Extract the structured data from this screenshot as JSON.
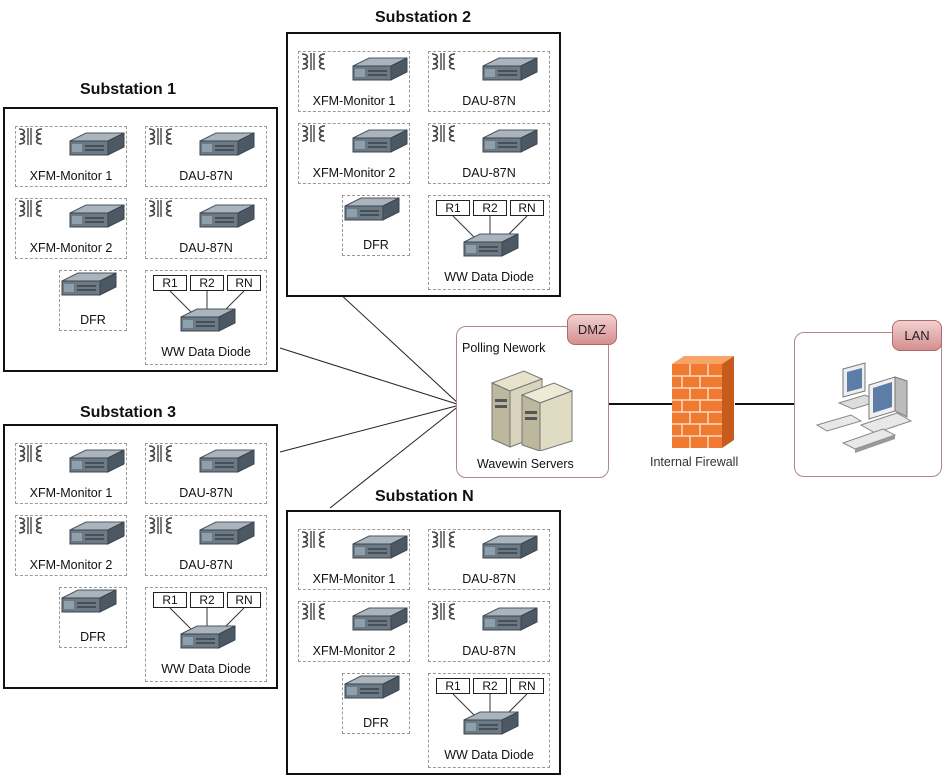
{
  "substations": [
    {
      "id": "s1",
      "title": "Substation 1",
      "devices": [
        {
          "kind": "xfm",
          "label": "XFM-Monitor 1"
        },
        {
          "kind": "xfm",
          "label": "DAU-87N"
        },
        {
          "kind": "xfm",
          "label": "XFM-Monitor 2"
        },
        {
          "kind": "xfm",
          "label": "DAU-87N"
        },
        {
          "kind": "dfr",
          "label": "DFR"
        },
        {
          "kind": "diode",
          "label": "WW Data Diode",
          "relays": [
            "R1",
            "R2",
            "RN"
          ]
        }
      ]
    },
    {
      "id": "s2",
      "title": "Substation 2",
      "devices": [
        {
          "kind": "xfm",
          "label": "XFM-Monitor 1"
        },
        {
          "kind": "xfm",
          "label": "DAU-87N"
        },
        {
          "kind": "xfm",
          "label": "XFM-Monitor 2"
        },
        {
          "kind": "xfm",
          "label": "DAU-87N"
        },
        {
          "kind": "dfr",
          "label": "DFR"
        },
        {
          "kind": "diode",
          "label": "WW Data Diode",
          "relays": [
            "R1",
            "R2",
            "RN"
          ]
        }
      ]
    },
    {
      "id": "s3",
      "title": "Substation 3",
      "devices": [
        {
          "kind": "xfm",
          "label": "XFM-Monitor 1"
        },
        {
          "kind": "xfm",
          "label": "DAU-87N"
        },
        {
          "kind": "xfm",
          "label": "XFM-Monitor 2"
        },
        {
          "kind": "xfm",
          "label": "DAU-87N"
        },
        {
          "kind": "dfr",
          "label": "DFR"
        },
        {
          "kind": "diode",
          "label": "WW Data Diode",
          "relays": [
            "R1",
            "R2",
            "RN"
          ]
        }
      ]
    },
    {
      "id": "sn",
      "title": "Substation N",
      "devices": [
        {
          "kind": "xfm",
          "label": "XFM-Monitor 1"
        },
        {
          "kind": "xfm",
          "label": "DAU-87N"
        },
        {
          "kind": "xfm",
          "label": "XFM-Monitor 2"
        },
        {
          "kind": "xfm",
          "label": "DAU-87N"
        },
        {
          "kind": "dfr",
          "label": "DFR"
        },
        {
          "kind": "diode",
          "label": "WW Data Diode",
          "relays": [
            "R1",
            "R2",
            "RN"
          ]
        }
      ]
    }
  ],
  "dmz": {
    "tag": "DMZ",
    "network_label": "Polling Nework",
    "servers_label": "Wavewin Servers"
  },
  "firewall": {
    "label": "Internal Firewall"
  },
  "lan": {
    "tag": "LAN"
  },
  "colors": {
    "zone_tag": "#d99595",
    "firewall": "#f07a32",
    "server": "#6c7a86"
  }
}
